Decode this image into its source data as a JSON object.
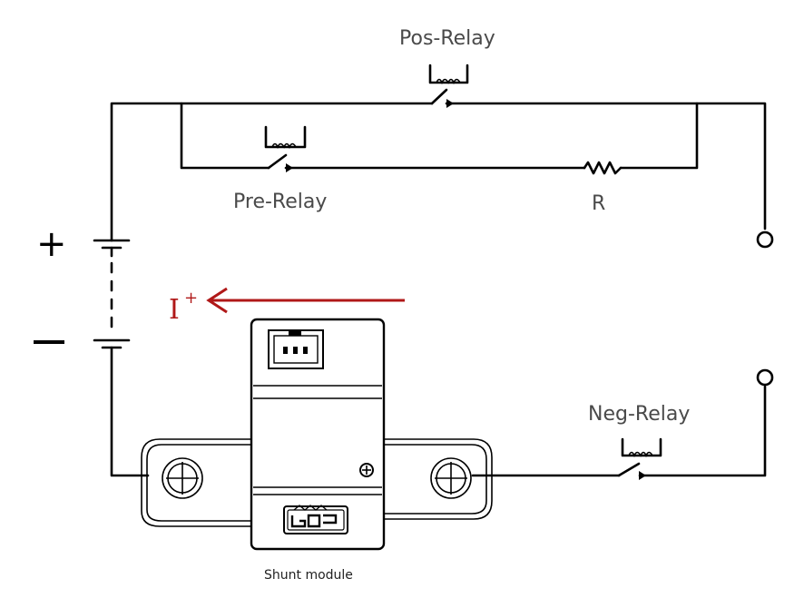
{
  "labels": {
    "pos_relay": "Pos-Relay",
    "pre_relay": "Pre-Relay",
    "resistor": "R",
    "neg_relay": "Neg-Relay",
    "shunt": "Shunt module",
    "plus": "+",
    "minus": "−",
    "current": "I",
    "current_sup": "+"
  },
  "colors": {
    "wire": "#000000",
    "label": "#4a4a4a",
    "current_arrow": "#b01818"
  }
}
